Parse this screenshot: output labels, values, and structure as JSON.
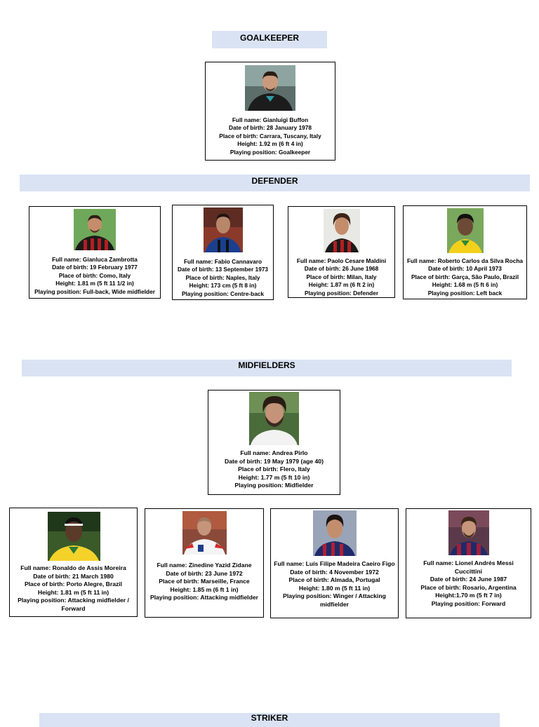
{
  "sections": {
    "goalkeeper": "GOALKEEPER",
    "defender": "DEFENDER",
    "midfielders": "MIDFIELDERS",
    "striker": "STRIKER"
  },
  "goalkeeper": [
    {
      "full_name": "Full name: Gianluigi Buffon",
      "dob": "Date of birth: 28 January 1978",
      "pob": "Place of birth: Carrara, Tuscany, Italy",
      "height": "Height: 1.92 m (6 ft 4 in)",
      "position": "Playing position: Goalkeeper",
      "photo_icon": "player-photo-icon"
    }
  ],
  "defenders": [
    {
      "full_name": "Full name: Gianluca Zambrotta",
      "dob": "Date of birth: 19 February 1977",
      "pob": "Place of birth: Como, Italy",
      "height": "Height: 1.81 m (5 ft 11 1/2 in)",
      "position": "Playing position: Full-back, Wide midfielder"
    },
    {
      "full_name": "Full name: Fabio Cannavaro",
      "dob": "Date of birth: 13 September 1973",
      "pob": "Place of birth: Naples, Italy",
      "height": "Height: 173 cm (5 ft 8 in)",
      "position": "Playing position: Centre-back"
    },
    {
      "full_name": "Full name: Paolo Cesare Maldini",
      "dob": "Date of birth: 26 June 1968",
      "pob": "Place of birth: Milan, Italy",
      "height": "Height: 1.87 m (6 ft 2 in)",
      "position": "Playing position: Defender"
    },
    {
      "full_name": "Full name: Roberto Carlos da Silva Rocha",
      "dob": "Date of birth: 10 April 1973",
      "pob": "Place of birth: Garça, São Paulo, Brazil",
      "height": "Height: 1.68 m (5 ft 6 in)",
      "position": "Playing position: Left back"
    }
  ],
  "midfield_center": [
    {
      "full_name": "Full name: Andrea Pirlo",
      "dob": "Date of birth: 19 May 1979 (age 40)",
      "pob": "Place of birth: Flero, Italy",
      "height": "Height: 1.77 m (5 ft 10 in)",
      "position": "Playing position: Midfielder"
    }
  ],
  "midfielders": [
    {
      "full_name": "Full name: Ronaldo de Assis Moreira",
      "dob": "Date of birth: 21 March 1980",
      "pob": "Place of birth: Porto Alegre, Brazil",
      "height": "Height: 1.81 m (5 ft 11 in)",
      "position": "Playing position: Attacking midfielder / Forward"
    },
    {
      "full_name": "Full name: Zinedine Yazid Zidane",
      "dob": "Date of birth: 23 June 1972",
      "pob": "Place of birth: Marseille, France",
      "height": "Height: 1.85 m (6 ft 1 in)",
      "position": "Playing position: Attacking midfielder"
    },
    {
      "full_name": "Full name: Luís Filipe Madeira Caeiro Figo",
      "dob": "Date of birth: 4 November 1972",
      "pob": "Place of birth: Almada, Portugal",
      "height": "Height: 1.80 m (5 ft 11 in)",
      "position": "Playing position: Winger / Attacking midfielder"
    },
    {
      "full_name": "Full name: Lionel Andrés Messi Cuccittini",
      "dob": "Date of birth: 24 June 1987",
      "pob": "Place of birth: Rosario, Argentina",
      "height": "Height:1.70 m (5 ft 7 in)",
      "position": "Playing position: Forward"
    }
  ],
  "colors": {
    "band": "#dae3f3",
    "border": "#000000"
  }
}
